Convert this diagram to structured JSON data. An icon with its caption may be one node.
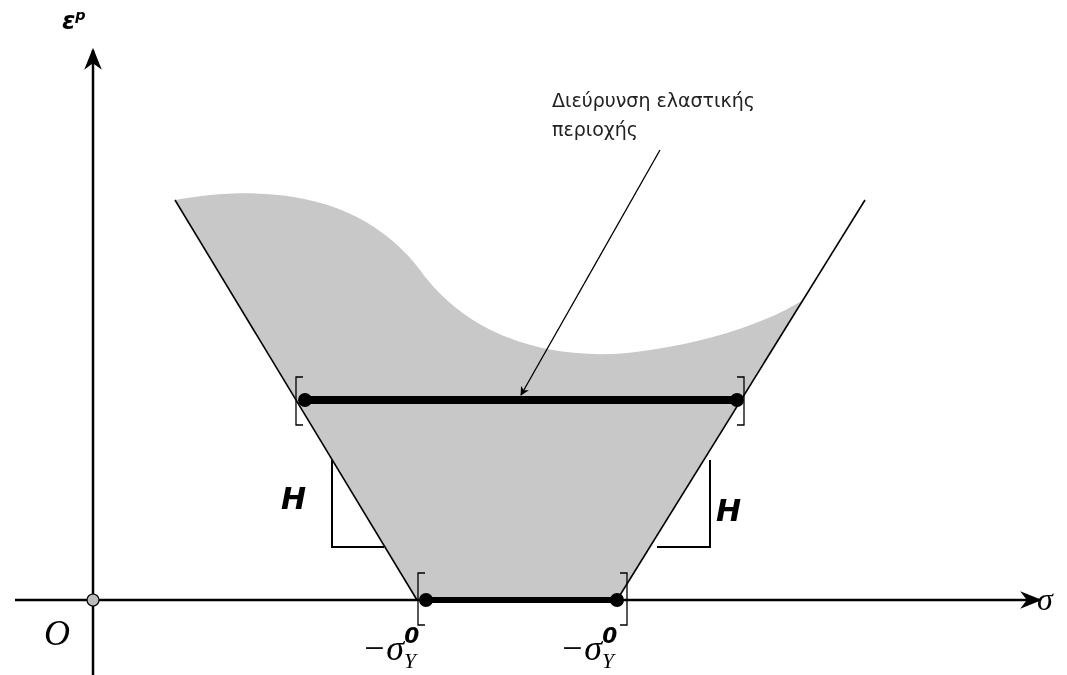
{
  "diagram": {
    "nodes": [
      {
        "text": [
          "Διεύρυνση ελαστικής περιοχής"
        ]
      },
      {
        "text": [],
        "shape": "bar"
      }
    ],
    "edges": [
      {
        "from": 0,
        "to": 1,
        "arrow": "to"
      }
    ],
    "labels": [
      "ε$^{p}$",
      "H",
      "H",
      "σ",
      "O",
      "−σ$_{Y}$$^{0}$",
      "−σ$_{Y}$$^{0}$"
    ]
  }
}
